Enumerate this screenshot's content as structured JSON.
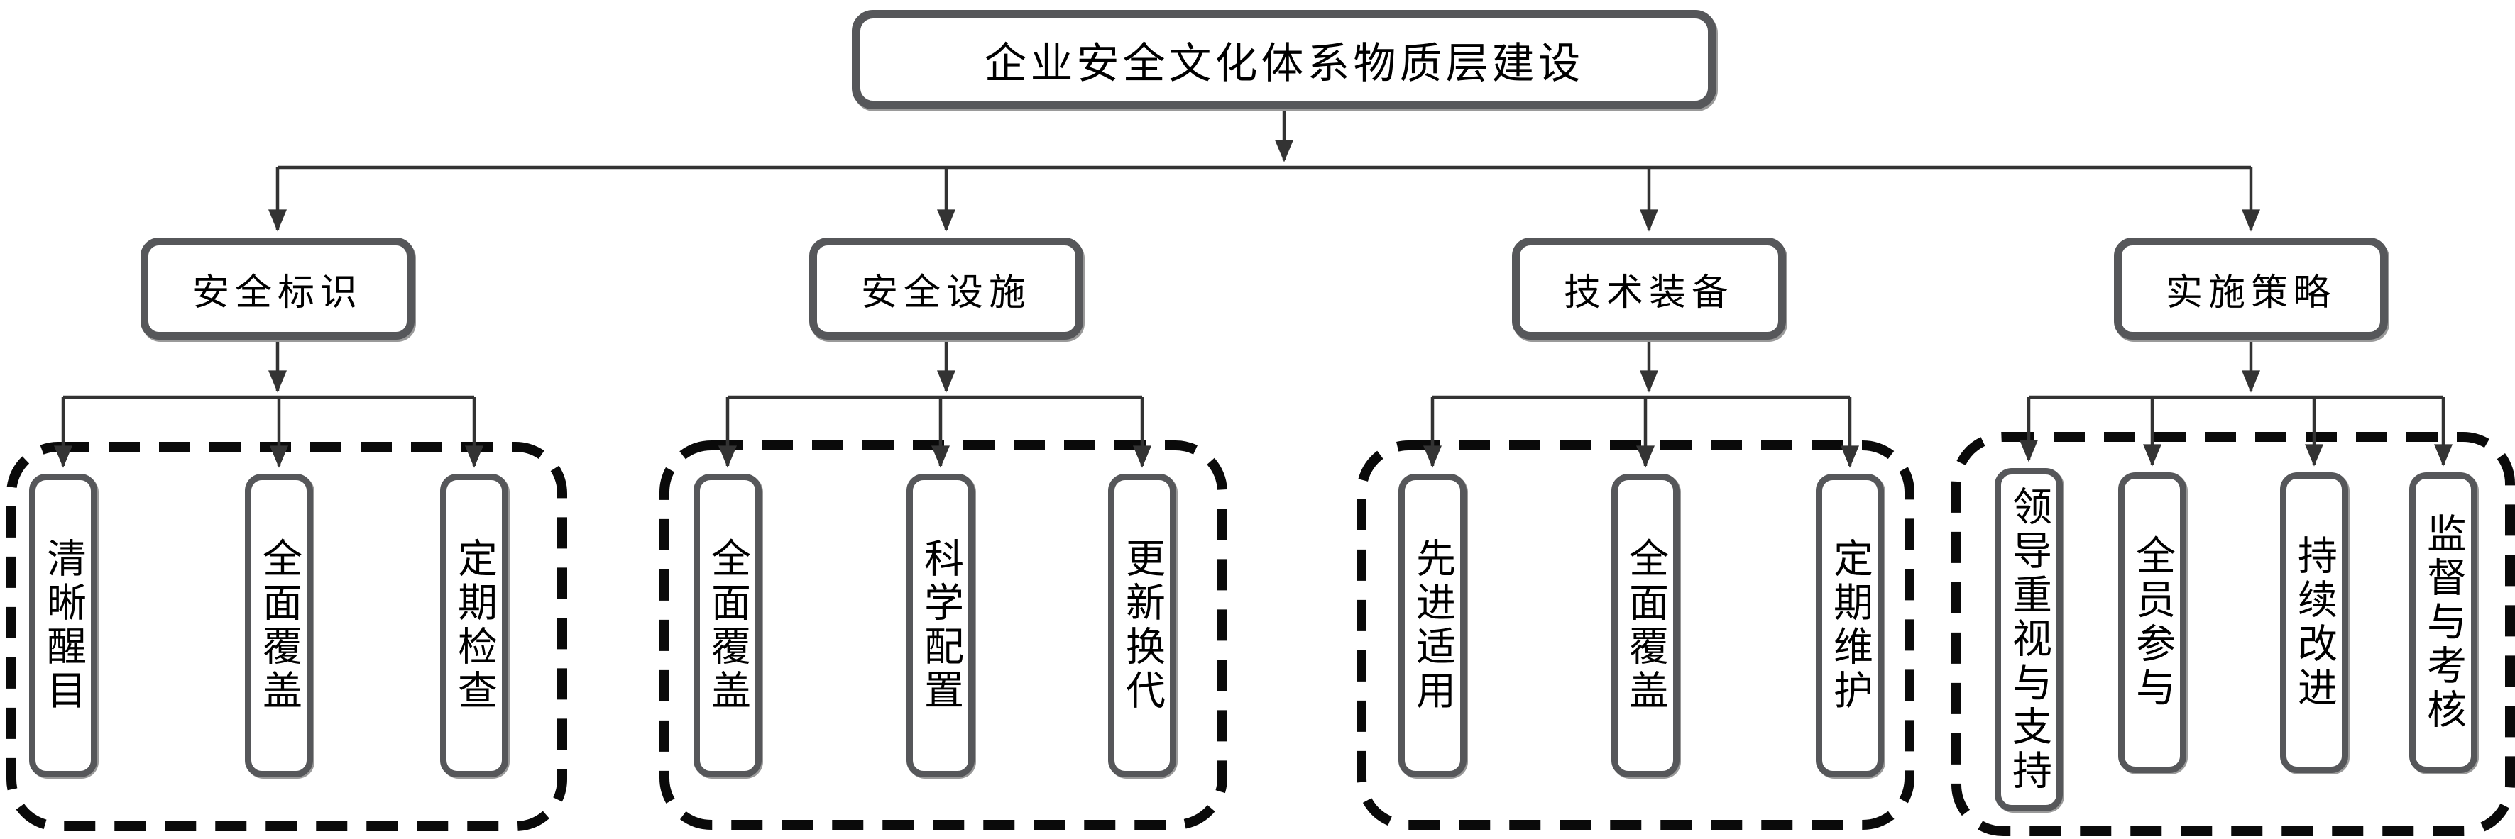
{
  "diagram": {
    "title": "企业安全文化体系物质层建设",
    "root": {
      "label": "企业安全文化体系物质层建设"
    },
    "branches": [
      {
        "label": "安全标识",
        "children": [
          {
            "label": "清晰醒目"
          },
          {
            "label": "全面覆盖"
          },
          {
            "label": "定期检查"
          }
        ]
      },
      {
        "label": "安全设施",
        "children": [
          {
            "label": "全面覆盖"
          },
          {
            "label": "科学配置"
          },
          {
            "label": "更新换代"
          }
        ]
      },
      {
        "label": "技术装备",
        "children": [
          {
            "label": "先进适用"
          },
          {
            "label": "全面覆盖"
          },
          {
            "label": "定期维护"
          }
        ]
      },
      {
        "label": "实施策略",
        "children": [
          {
            "label": "领导重视与支持"
          },
          {
            "label": "全员参与"
          },
          {
            "label": "持续改进"
          },
          {
            "label": "监督与考核"
          }
        ]
      }
    ],
    "colors": {
      "box_border": "#56575a",
      "connector": "#333333",
      "dashed_outline": "#0a0a0a",
      "background": "#ffffff",
      "text": "#000000"
    }
  }
}
